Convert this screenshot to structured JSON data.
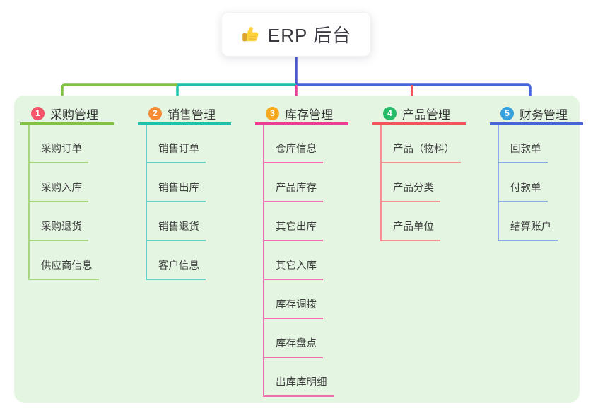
{
  "root": {
    "title": "ERP 后台",
    "icon": "thumbs-up-icon"
  },
  "canvas": {
    "background": "#ffffff",
    "panel_background": "#e4f6e2",
    "trunk_line_color": "#4a58cf",
    "text_color": "#3b3b44"
  },
  "branches": [
    {
      "index": "1",
      "title": "采购管理",
      "badge_color": "#f2556a",
      "line_color": "#82c144",
      "child_line_color": "#a8d67f",
      "children": [
        "采购订单",
        "采购入库",
        "采购退货",
        "供应商信息"
      ]
    },
    {
      "index": "2",
      "title": "销售管理",
      "badge_color": "#f78b33",
      "line_color": "#1cc2ab",
      "child_line_color": "#5fd3c0",
      "children": [
        "销售订单",
        "销售出库",
        "销售退货",
        "客户信息"
      ]
    },
    {
      "index": "3",
      "title": "库存管理",
      "badge_color": "#f7a823",
      "line_color": "#e93d96",
      "child_line_color": "#f06eb0",
      "children": [
        "仓库信息",
        "产品库存",
        "其它出库",
        "其它入库",
        "库存调拨",
        "库存盘点",
        "出库库明细"
      ]
    },
    {
      "index": "4",
      "title": "产品管理",
      "badge_color": "#27bb6a",
      "line_color": "#f2545b",
      "child_line_color": "#f58f94",
      "children": [
        "产品（物料）",
        "产品分类",
        "产品单位"
      ]
    },
    {
      "index": "5",
      "title": "财务管理",
      "badge_color": "#35a0dc",
      "line_color": "#4565d8",
      "child_line_color": "#8da8e8",
      "children": [
        "回款单",
        "付款单",
        "结算账户"
      ]
    }
  ]
}
